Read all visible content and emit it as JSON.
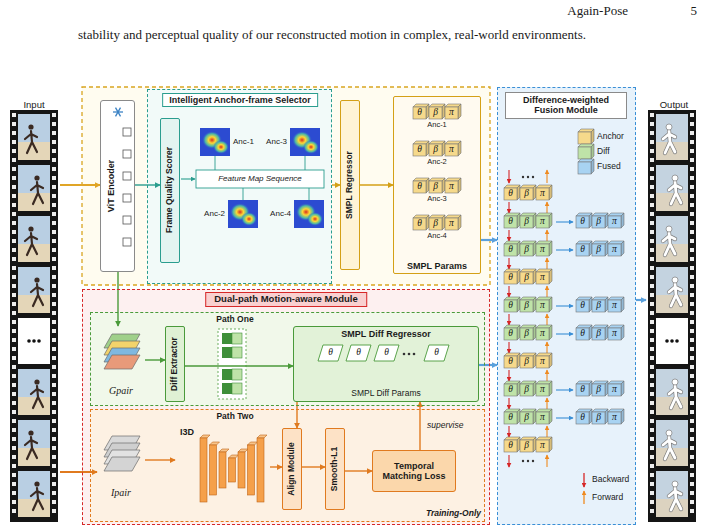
{
  "diagram": {
    "nodes": [
      {
        "text": [
          "Input"
        ]
      },
      {
        "text": [
          "ViT Encoder"
        ]
      },
      {
        "text": [
          "Intelligent Anchor-frame Selector"
        ]
      },
      {
        "text": [
          "Frame Quality Scorer"
        ],
        "in": 2
      },
      {
        "text": [
          "SMPL Regressor"
        ]
      },
      {
        "text": [
          "SMPL Params"
        ]
      },
      {
        "text": [
          "Difference-weighted Fusion Module"
        ]
      },
      {
        "text": [
          "Output"
        ]
      },
      {
        "text": [
          "Dual-path Motion-aware Module"
        ]
      },
      {
        "text": [
          "Path One"
        ],
        "in": 8
      },
      {
        "text": [
          "Gpair"
        ],
        "in": 9
      },
      {
        "text": [
          "Diff Extractor"
        ],
        "in": 9
      },
      {
        "text": [
          "SMPL Diff Regressor",
          "SMPL Diff Params"
        ],
        "in": 9
      },
      {
        "text": [
          "Path Two",
          "Training-Only"
        ],
        "in": 8
      },
      {
        "text": [
          "Ipair"
        ],
        "in": 13
      },
      {
        "text": [
          "I3D"
        ],
        "in": 13
      },
      {
        "text": [
          "Align Module"
        ],
        "in": 13
      },
      {
        "text": [
          "Smooth-L1"
        ],
        "in": 13
      },
      {
        "text": [
          "Temporal Matching Loss"
        ],
        "in": 13
      }
    ],
    "edges": [
      {
        "from": 0,
        "to": 1,
        "arrow": "to"
      },
      {
        "from": 1,
        "to": 3,
        "arrow": "to"
      },
      {
        "from": 2,
        "to": 4,
        "arrow": "to"
      },
      {
        "from": 4,
        "to": 5,
        "arrow": "to"
      },
      {
        "from": 5,
        "to": 6,
        "arrow": "to"
      },
      {
        "from": 6,
        "to": 7,
        "arrow": "to"
      },
      {
        "from": 1,
        "to": 10,
        "arrow": "to"
      },
      {
        "from": 10,
        "to": 11,
        "arrow": "to"
      },
      {
        "from": 11,
        "to": 12,
        "arrow": "to"
      },
      {
        "from": 12,
        "to": 16,
        "arrow": "to"
      },
      {
        "from": 14,
        "to": 15,
        "arrow": "to"
      },
      {
        "from": 15,
        "to": 16,
        "arrow": "to"
      },
      {
        "from": 16,
        "to": 17,
        "arrow": "to"
      },
      {
        "from": 17,
        "to": 18,
        "arrow": "to"
      },
      {
        "from": 18,
        "to": 12,
        "label": "supervise",
        "arrow": "to"
      },
      {
        "from": 12,
        "to": 6,
        "arrow": "to"
      },
      {
        "from": 0,
        "to": 14,
        "arrow": "to"
      }
    ],
    "labels": [
      "Again-Pose",
      "5",
      "stability and perceptual quality of our reconstructed motion in complex, real-world environments.",
      "Anc-1",
      "Anc-3",
      "Feature Map Sequence",
      "Anc-2",
      "Anc-4",
      "θ",
      "β",
      "π",
      "Anc-1",
      "θ",
      "β",
      "π",
      "Anc-2",
      "θ",
      "β",
      "π",
      "Anc-3",
      "θ",
      "β",
      "π",
      "Anc-4",
      "θ",
      "θ",
      "θ",
      "θ",
      "θ",
      "β",
      "π",
      "θ",
      "β",
      "π",
      "θ",
      "β",
      "π",
      "θ",
      "β",
      "π",
      "θ",
      "β",
      "π",
      "θ",
      "β",
      "π",
      "θ",
      "β",
      "π",
      "θ",
      "β",
      "π",
      "θ",
      "β",
      "π",
      "θ",
      "β",
      "π",
      "θ",
      "β",
      "π",
      "θ",
      "β",
      "π",
      "θ",
      "β",
      "π",
      "θ",
      "β",
      "π",
      "θ",
      "β",
      "π",
      "θ",
      "β",
      "π"
    ],
    "legend": [
      {
        "text": "Anchor",
        "color": "#f6d98b"
      },
      {
        "text": "Diff",
        "color": "#bfe3a8"
      },
      {
        "text": "Fused",
        "color": "#a8d3f2"
      },
      {
        "text": "Backward"
      },
      {
        "text": "Forward"
      }
    ]
  }
}
